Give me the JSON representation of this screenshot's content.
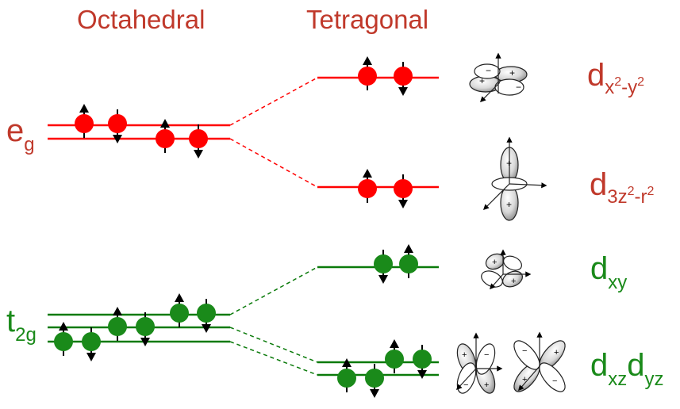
{
  "headers": {
    "octahedral": "Octahedral",
    "tetragonal": "Tetragonal"
  },
  "octahedral_labels": {
    "eg": {
      "main": "e",
      "sub": "g"
    },
    "t2g": {
      "main": "t",
      "sub": "2g"
    }
  },
  "orbital_labels": {
    "dx2y2": {
      "d": "d",
      "s1": "x",
      "p1": "2",
      "s2": "-y",
      "p2": "2"
    },
    "dz2": {
      "d": "d",
      "s1": "3z",
      "p1": "2",
      "s2": "-r",
      "p2": "2"
    },
    "dxy": {
      "d": "d",
      "s1": "xy"
    },
    "dxzdyz": {
      "d1": "d",
      "s1": "xz",
      "d2": "d",
      "s2": "yz"
    }
  },
  "colors": {
    "eg_level": "#ff0000",
    "eg_label": "#c0392b",
    "t2g_level": "#0a7a0a",
    "t2g_label": "#1a8a1a",
    "electron_red": "#ff0000",
    "electron_green": "#1a8a1a"
  },
  "icons": [
    "dx2y2-orbital-icon",
    "dz2-orbital-icon",
    "dxy-orbital-icon",
    "dxz-orbital-icon",
    "dyz-orbital-icon"
  ]
}
